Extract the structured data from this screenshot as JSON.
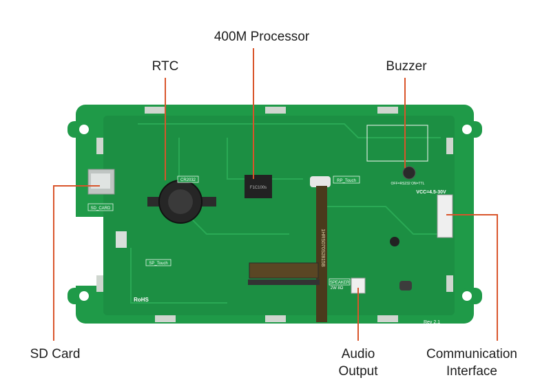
{
  "labels": {
    "processor": "400M Processor",
    "rtc": "RTC",
    "buzzer": "Buzzer",
    "sd_card": "SD Card",
    "audio_line1": "Audio",
    "audio_line2": "Output",
    "comm_line1": "Communication",
    "comm_line2": "Interface"
  },
  "board_silkscreen": {
    "cr2032": "CR2032",
    "sd_card": "SD_CARD",
    "sp_touch": "SP_Touch",
    "rp_touch": "RP_Touch",
    "vcc": "VCC=4.5-30V",
    "ttl": "OFF=RS232 ON=TTL",
    "speaker": "SPEAKER",
    "speaker_spec": "2W 8Ω",
    "rohs": "RoHS",
    "rev": "Rev 2.1",
    "chip": "F1C100s",
    "model": "1HRS070S2815B"
  },
  "colors": {
    "board": "#1f9a48",
    "board_dark": "#16803a",
    "leader": "#d9542a",
    "text": "#1c1c1c"
  }
}
